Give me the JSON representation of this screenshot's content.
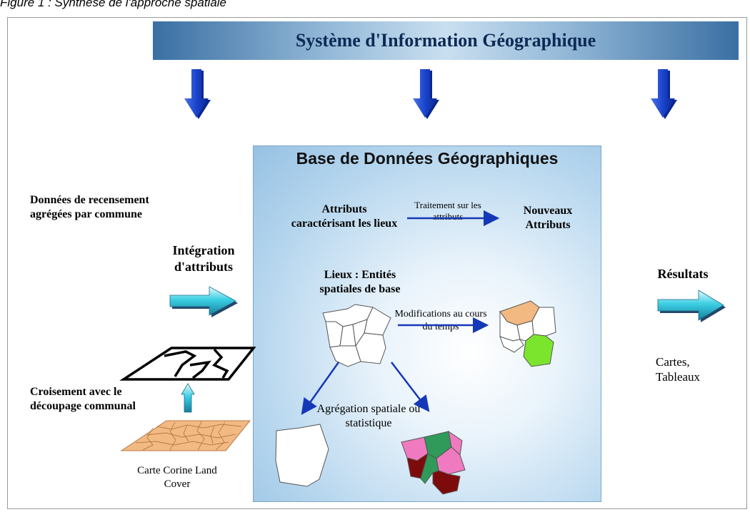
{
  "caption": "Figure 1 : Synthèse de l'approche spatiale",
  "banner": {
    "title": "Système d'Information Géographique"
  },
  "database": {
    "title": "Base de Données Géographiques",
    "attributes_label": "Attributs caractérisant les lieux",
    "treatment_label": "Traitement sur les attributs",
    "new_attributes_label": "Nouveaux Attributs",
    "places_label": "Lieux : Entités spatiales de base",
    "modifications_label": "Modifications au cours du temps",
    "aggregation_label": "Agrégation spatiale ou statistique"
  },
  "left_panel": {
    "census_label": "Données de recensement agrégées par commune",
    "integration_label": "Intégration d'attributs",
    "crossing_label": "Croisement avec le découpage communal",
    "corine_label": "Carte Corine Land Cover"
  },
  "right_panel": {
    "results_label": "Résultats",
    "outputs_label": "Cartes, Tableaux"
  },
  "colors": {
    "arrow_blue": "#1538b8",
    "accent_cyan": "#2fc6d8",
    "peach": "#f2b982",
    "green": "#7be52d",
    "pink": "#f07ac0",
    "dark_red": "#7e0b0b",
    "teal_green": "#2f9a5a"
  }
}
